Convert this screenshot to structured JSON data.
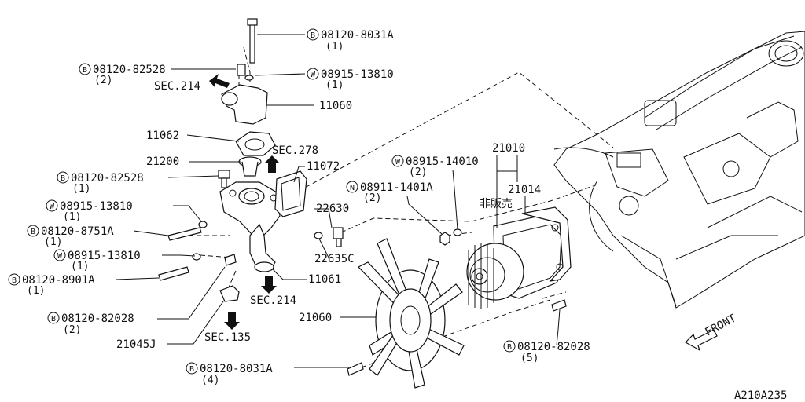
{
  "labels": {
    "l01": {
      "prefix": "B",
      "number": "08120-8031A",
      "qty": "(1)"
    },
    "l02": {
      "prefix": "B",
      "number": "08120-82528",
      "qty": "(2)"
    },
    "l03": {
      "prefix": "W",
      "number": "08915-13810",
      "qty": "(1)"
    },
    "l04": {
      "prefix": "",
      "number": "11060",
      "qty": ""
    },
    "l05": {
      "prefix": "",
      "number": "11062",
      "qty": ""
    },
    "l06": {
      "prefix": "",
      "number": "21200",
      "qty": ""
    },
    "l07": {
      "prefix": "",
      "number": "11072",
      "qty": ""
    },
    "l08": {
      "prefix": "B",
      "number": "08120-82528",
      "qty": "(1)"
    },
    "l09": {
      "prefix": "W",
      "number": "08915-13810",
      "qty": "(1)"
    },
    "l10": {
      "prefix": "B",
      "number": "08120-8751A",
      "qty": "(1)"
    },
    "l11": {
      "prefix": "W",
      "number": "08915-13810",
      "qty": "(1)"
    },
    "l12": {
      "prefix": "B",
      "number": "08120-8901A",
      "qty": "(1)"
    },
    "l13": {
      "prefix": "",
      "number": "22630",
      "qty": ""
    },
    "l14": {
      "prefix": "",
      "number": "22635C",
      "qty": ""
    },
    "l15": {
      "prefix": "",
      "number": "11061",
      "qty": ""
    },
    "l16": {
      "prefix": "B",
      "number": "08120-82028",
      "qty": "(2)"
    },
    "l17": {
      "prefix": "",
      "number": "21045J",
      "qty": ""
    },
    "l18": {
      "prefix": "",
      "number": "21060",
      "qty": ""
    },
    "l19": {
      "prefix": "B",
      "number": "08120-8031A",
      "qty": "(4)"
    },
    "l20": {
      "prefix": "W",
      "number": "08915-14010",
      "qty": "(2)"
    },
    "l21": {
      "prefix": "N",
      "number": "08911-1401A",
      "qty": "(2)"
    },
    "l22": {
      "prefix": "",
      "number": "21010",
      "qty": ""
    },
    "l23": {
      "prefix": "",
      "number": "21014",
      "qty": ""
    },
    "l24": {
      "prefix": "",
      "number": "非販売",
      "qty": ""
    },
    "l25": {
      "prefix": "B",
      "number": "08120-82028",
      "qty": "(5)"
    }
  },
  "sections": {
    "s1": "SEC.214",
    "s2": "SEC.278",
    "s3": "SEC.214",
    "s4": "SEC.135"
  },
  "front_label": "FRONT",
  "figure_code": "A210A235"
}
